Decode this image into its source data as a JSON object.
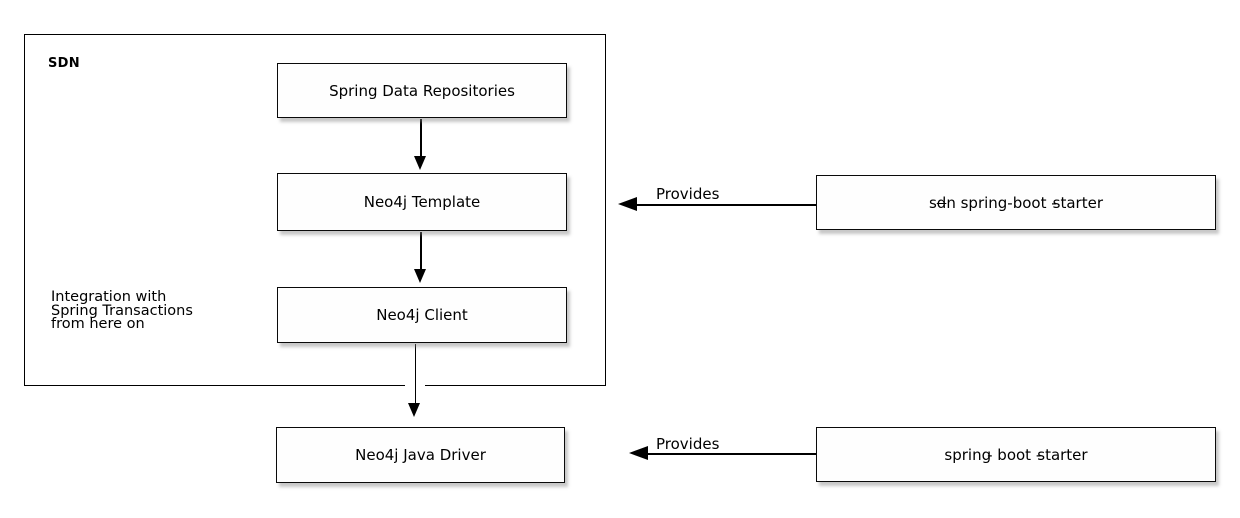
{
  "group": {
    "label": "SDN",
    "note_lines": [
      "Integration with",
      "Spring Transactions",
      "from here on"
    ]
  },
  "nodes": {
    "spring_data_repositories": {
      "label": "Spring Data Repositories"
    },
    "neo4j_template": {
      "label": "Neo4j Template"
    },
    "neo4j_client": {
      "label": "Neo4j Client"
    },
    "neo4j_java_driver": {
      "label": "Neo4j Java Driver"
    },
    "sdn_spring_boot_starter": {
      "full_text": "sdn spring-boot-starter",
      "parts": {
        "p1": "s",
        "p2": "d",
        "p3": "n spring-boot ",
        "p4": "-",
        "p5": "starter"
      }
    },
    "spring_boot_starter": {
      "full_text": "spring-boot-starter",
      "parts": {
        "p1": "spring",
        "p2": "-",
        "p3": " boot ",
        "p4": "-",
        "p5": "starter"
      }
    }
  },
  "edges": {
    "provides_top_label": "Provides",
    "provides_bottom_label": "Provides"
  },
  "colors": {
    "line": "#000000",
    "node_fill": "#fefefe",
    "node_border": "#0a0a0a",
    "shadow": "#828282",
    "background": "#ffffff"
  }
}
